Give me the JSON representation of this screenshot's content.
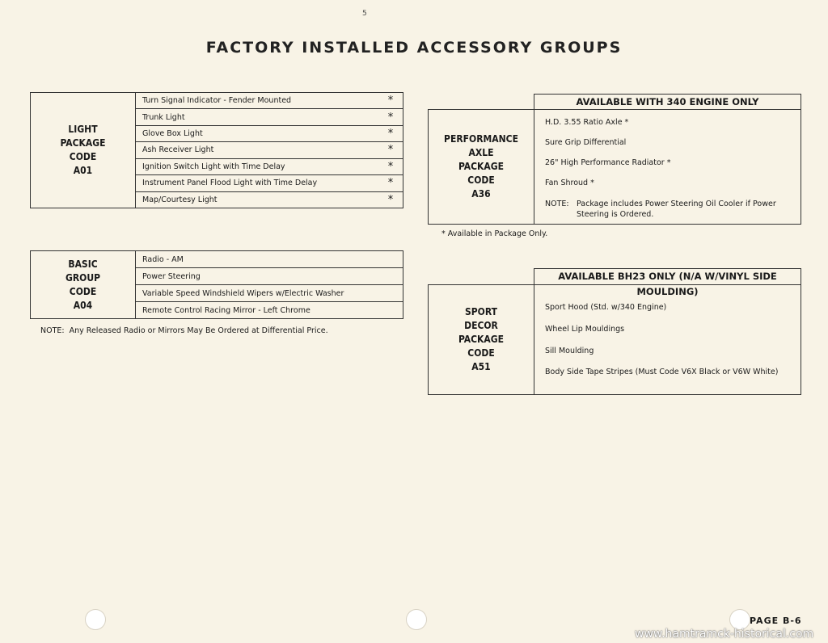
{
  "top_mark": "5",
  "title": "FACTORY INSTALLED ACCESSORY GROUPS",
  "light_package": {
    "label": [
      "LIGHT",
      "PACKAGE",
      "CODE",
      "A01"
    ],
    "items": [
      {
        "text": "Turn Signal Indicator - Fender Mounted",
        "star": "*"
      },
      {
        "text": "Trunk Light",
        "star": "*"
      },
      {
        "text": "Glove Box Light",
        "star": "*"
      },
      {
        "text": "Ash Receiver Light",
        "star": "*"
      },
      {
        "text": "Ignition Switch Light with Time Delay",
        "star": "*"
      },
      {
        "text": "Instrument Panel Flood Light with Time Delay",
        "star": "*"
      },
      {
        "text": "Map/Courtesy Light",
        "star": "*"
      }
    ]
  },
  "basic_group": {
    "label": [
      "BASIC",
      "GROUP",
      "CODE",
      "A04"
    ],
    "items": [
      "Radio - AM",
      "Power Steering",
      "Variable Speed Windshield Wipers w/Electric Washer",
      "Remote Control Racing Mirror - Left Chrome"
    ],
    "note": "NOTE:  Any Released Radio or Mirrors May Be Ordered at Differential Price."
  },
  "performance_axle": {
    "header": "AVAILABLE WITH 340 ENGINE ONLY",
    "label": [
      "PERFORMANCE",
      "AXLE",
      "PACKAGE",
      "CODE",
      "A36"
    ],
    "items": [
      "H.D. 3.55 Ratio Axle *",
      "Sure Grip Differential",
      "26\" High Performance Radiator *",
      "Fan Shroud *"
    ],
    "note_label": "NOTE:",
    "note_text": "Package includes Power Steering Oil Cooler if Power Steering is Ordered.",
    "footnote": "* Available in Package Only."
  },
  "sport_decor": {
    "header": "AVAILABLE BH23 ONLY (N/A W/VINYL SIDE MOULDING)",
    "label": [
      "SPORT",
      "DECOR",
      "PACKAGE",
      "CODE",
      "A51"
    ],
    "items": [
      "Sport Hood (Std. w/340 Engine)",
      "Wheel Lip Mouldings",
      "Sill Moulding",
      "Body Side Tape Stripes (Must Code V6X Black or V6W White)"
    ]
  },
  "page_number": "PAGE B-6",
  "website": "www.hamtramck-historical.com"
}
